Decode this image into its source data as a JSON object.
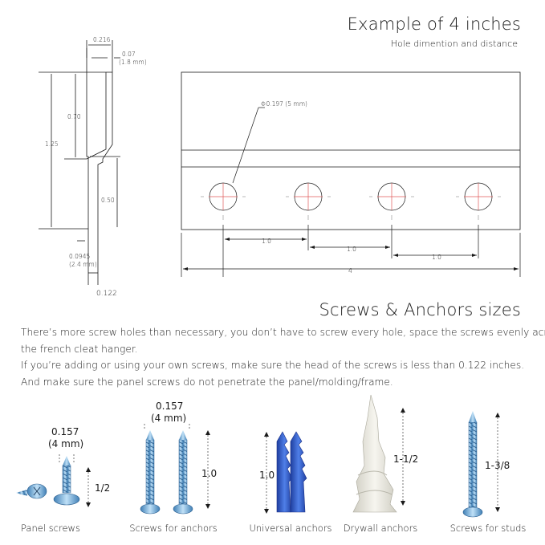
{
  "header": {
    "title": "Example of 4 inches",
    "subtitle": "Hole dimention and distance"
  },
  "profile": {
    "width_top": "0.216",
    "thickness": "0.07",
    "thickness_mm": "(1.8 mm)",
    "upper_height": "0.70",
    "total_height": "1.25",
    "lower_height": "0.50",
    "lip": "0.0945",
    "lip_mm": "(2.4 mm)",
    "bottom_width": "0.122"
  },
  "plate": {
    "hole_diameter": "Φ0.197 (5 mm)",
    "spacing_1": "1.0",
    "spacing_2": "1.0",
    "spacing_3": "1.0",
    "total_length": "4"
  },
  "section": {
    "title": "Screws & Anchors sizes"
  },
  "notes": [
    "There’s more screw holes than necessary, you don’t have to screw every hole, space the screws evenly across",
    "the french cleat hanger.",
    "If you’re adding or using your own screws, make sure the head of the screws is less than 0.122 inches.",
    "And make sure the panel screws do not penetrate the panel/molding/frame."
  ],
  "hardware": {
    "panel": {
      "caption": "Panel screws",
      "dia": "0.157",
      "dia_mm": "(4 mm)",
      "length": "1/2"
    },
    "anchor_screws": {
      "caption": "Screws for anchors",
      "dia": "0.157",
      "dia_mm": "(4 mm)",
      "length": "1.0"
    },
    "universal": {
      "caption": "Universal anchors",
      "length": "1.0"
    },
    "drywall": {
      "caption": "Drywall anchors",
      "length": "1-1/2"
    },
    "studs": {
      "caption": "Screws for studs",
      "length": "1-3/8"
    }
  },
  "colors": {
    "steel": "#7fb6e0",
    "steel_dark": "#3f7fb5",
    "anchor_blue": "#2f5fd0",
    "drywall_white": "#ecebe4",
    "hole_center": "#e05a5a"
  }
}
